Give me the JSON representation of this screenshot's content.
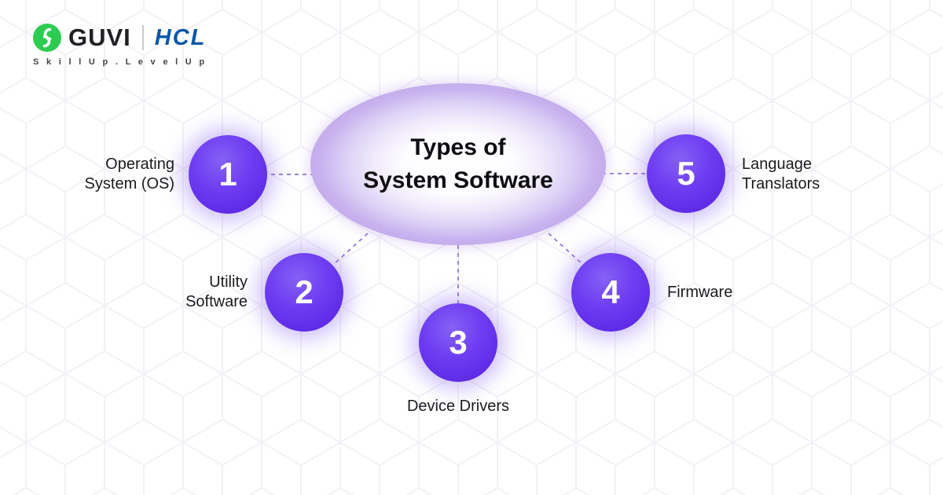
{
  "brand": {
    "name": "GUVI",
    "partner": "HCL",
    "tagline": "S k i l l   U p .   L e v e l   U p",
    "logo_icon": "guvi-g-icon",
    "logo_green": "#2ecb52",
    "partner_blue": "#0b57a7"
  },
  "diagram": {
    "title": {
      "line1": "Types of",
      "line2": "System Software"
    },
    "accent_purple": "#6636ee",
    "connector_color": "#9d85e0",
    "hub_fill_edge": "#c3adec",
    "nodes": [
      {
        "number": "1",
        "label": "Operating System (OS)",
        "label_line1": "Operating",
        "label_line2": "System (OS)"
      },
      {
        "number": "2",
        "label": "Utility Software",
        "label_line1": "Utility",
        "label_line2": "Software"
      },
      {
        "number": "3",
        "label": "Device Drivers",
        "label_line1": "Device Drivers"
      },
      {
        "number": "4",
        "label": "Firmware",
        "label_line1": "Firmware"
      },
      {
        "number": "5",
        "label": "Language Translators",
        "label_line1": "Language",
        "label_line2": "Translators"
      }
    ]
  }
}
